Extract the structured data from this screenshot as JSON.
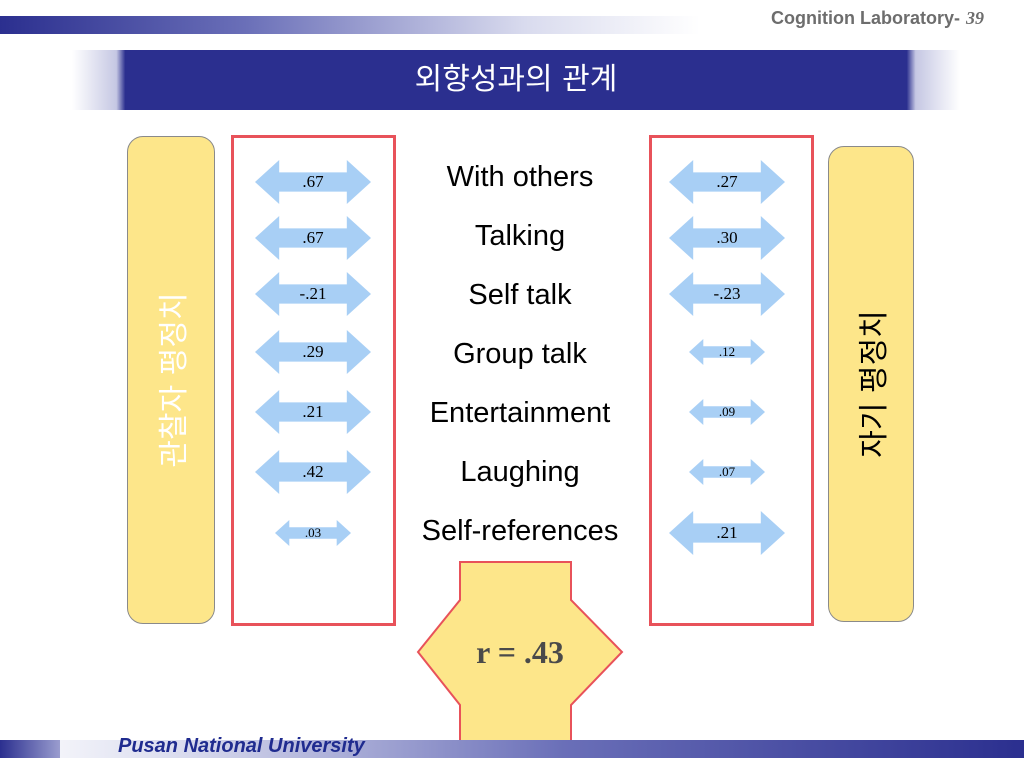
{
  "header": {
    "lab": "Cognition Laboratory-",
    "page_number": "39"
  },
  "title": "외향성과의 관계",
  "left_panel_label": "관찰자 평정치",
  "right_panel_label": "자기 평정치",
  "behaviors": [
    "With others",
    "Talking",
    "Self talk",
    "Group talk",
    "Entertainment",
    "Laughing",
    "Self-references"
  ],
  "observer_correlations": [
    ".67",
    ".67",
    "-.21",
    ".29",
    ".21",
    ".42",
    ".03"
  ],
  "self_correlations": [
    ".27",
    ".30",
    "-.23",
    ".12",
    ".09",
    ".07",
    ".21"
  ],
  "overall_correlation": "r = .43",
  "footer": "Pusan National University",
  "colors": {
    "arrow_fill": "#a8cff5",
    "panel_fill": "#fde68a",
    "box_border": "#e8525a",
    "band": "#2b2f8f"
  }
}
